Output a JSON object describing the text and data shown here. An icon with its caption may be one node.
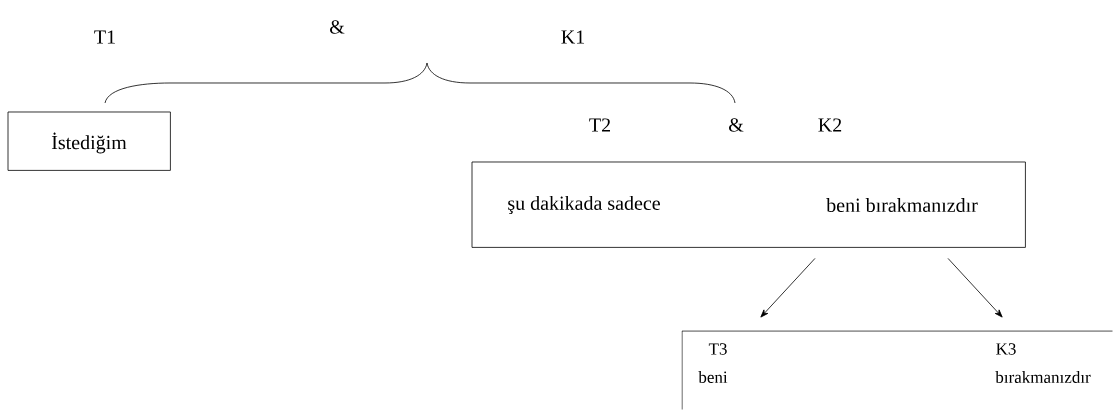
{
  "diagram": {
    "nodes": [
      {
        "text": [
          "İstediğim"
        ]
      },
      {
        "text": [
          "şu dakikada sadece",
          "beni bırakmanızdır"
        ]
      },
      {
        "text": [
          "T3",
          "beni",
          "K3",
          "bırakmanızdır"
        ]
      }
    ],
    "edges": [
      {
        "from": 1,
        "to": 2,
        "arrow": "to"
      },
      {
        "from": 1,
        "to": 2,
        "arrow": "to"
      }
    ],
    "labels": [
      "T1",
      "&",
      "K1",
      "T2",
      "&",
      "K2"
    ]
  }
}
